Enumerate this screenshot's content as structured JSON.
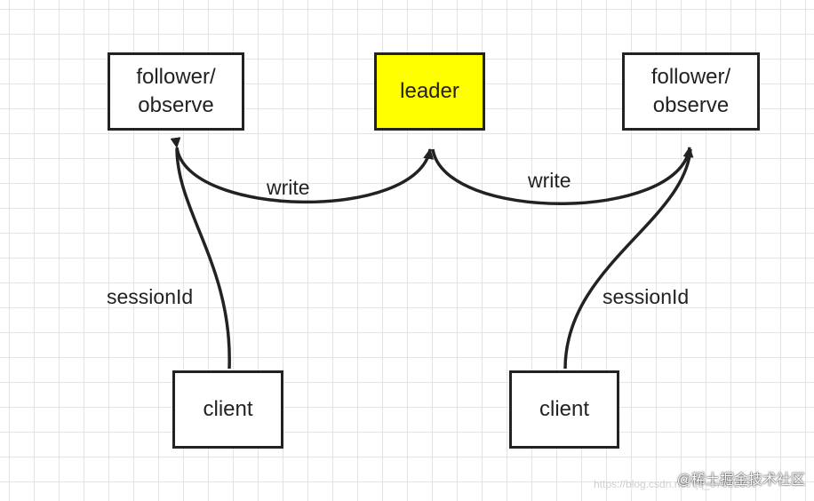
{
  "nodes": {
    "follower_left": {
      "line1": "follower/",
      "line2": "observe"
    },
    "leader": {
      "label": "leader"
    },
    "follower_right": {
      "line1": "follower/",
      "line2": "observe"
    },
    "client_left": {
      "label": "client"
    },
    "client_right": {
      "label": "client"
    }
  },
  "edges": {
    "write_left": "write",
    "write_right": "write",
    "session_left": "sessionId",
    "session_right": "sessionId"
  },
  "colors": {
    "leader_fill": "#ffff00",
    "stroke": "#222222",
    "grid": "#e4e4e4"
  },
  "watermark": {
    "text": "@稀土掘金技术社区",
    "url": "https://blog.csdn.net/qq_37622359"
  }
}
